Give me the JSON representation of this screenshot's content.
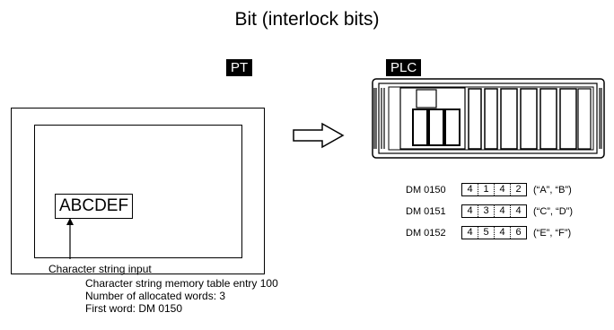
{
  "title": "Bit (interlock bits)",
  "pt_label": "PT",
  "plc_label": "PLC",
  "input_text": "ABCDEF",
  "caption": "Character string input",
  "notes": [
    "Character string memory table entry 100",
    "Number of allocated words: 3",
    "First word: DM 0150"
  ],
  "dm_words": [
    {
      "address": "DM 0150",
      "digits": [
        "4",
        "1",
        "4",
        "2"
      ],
      "chars": "(“A”, “B”)"
    },
    {
      "address": "DM 0151",
      "digits": [
        "4",
        "3",
        "4",
        "4"
      ],
      "chars": "(“C”, “D”)"
    },
    {
      "address": "DM 0152",
      "digits": [
        "4",
        "5",
        "4",
        "6"
      ],
      "chars": "(“E”, “F”)"
    }
  ]
}
